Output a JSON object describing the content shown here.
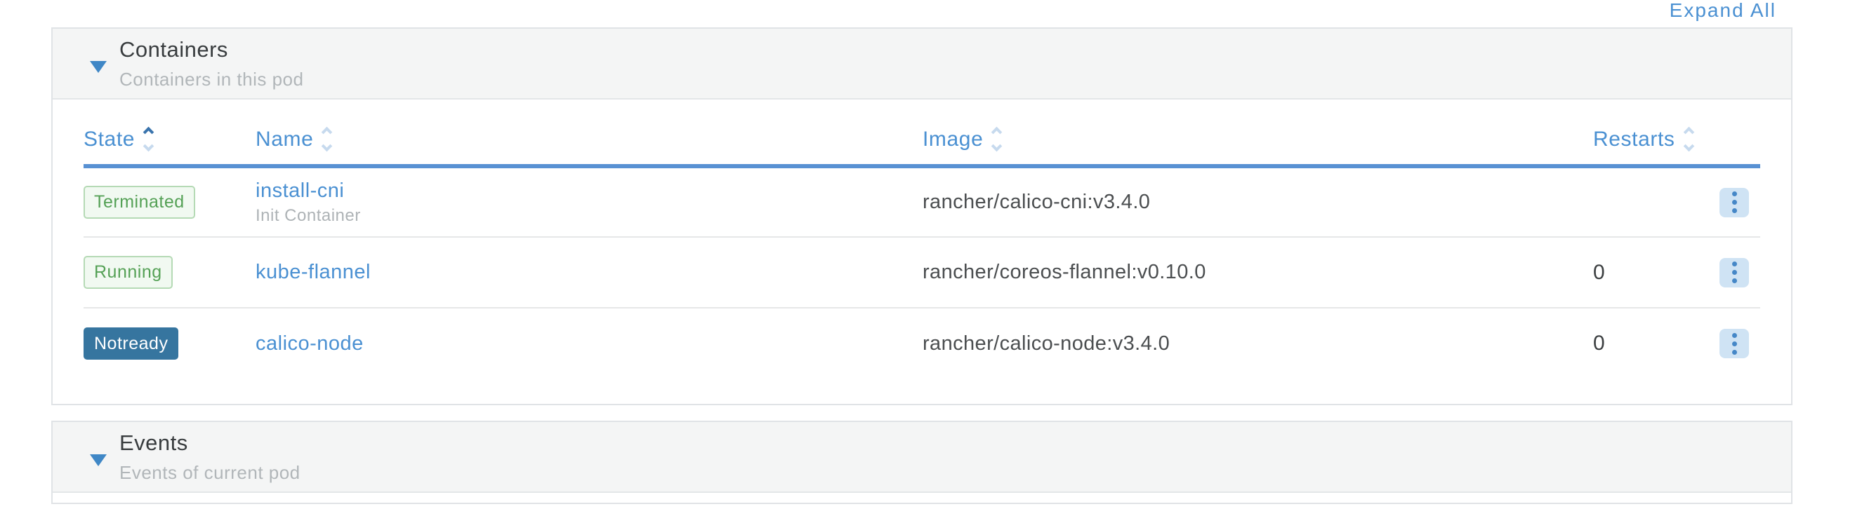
{
  "topbar": {
    "expand_all": "Expand All"
  },
  "containers_section": {
    "title": "Containers",
    "subtitle": "Containers in this pod"
  },
  "events_section": {
    "title": "Events",
    "subtitle": "Events of current pod"
  },
  "containers_table": {
    "columns": {
      "state": "State",
      "name": "Name",
      "image": "Image",
      "restarts": "Restarts"
    },
    "sort": {
      "active_column": "State",
      "direction": "ascending"
    },
    "rows": [
      {
        "state": "Terminated",
        "state_style": "success-outline",
        "name": "install-cni",
        "name_note": "Init Container",
        "image": "rancher/calico-cni:v3.4.0",
        "restarts": ""
      },
      {
        "state": "Running",
        "state_style": "success-outline",
        "name": "kube-flannel",
        "name_note": "",
        "image": "rancher/coreos-flannel:v0.10.0",
        "restarts": "0"
      },
      {
        "state": "Notready",
        "state_style": "info-solid",
        "name": "calico-node",
        "name_note": "",
        "image": "rancher/calico-node:v3.4.0",
        "restarts": "0"
      }
    ]
  },
  "icons": {
    "section_collapse": "caret-down-icon",
    "column_sort": "sort-chevrons-icon",
    "row_menu": "kebab-menu-icon"
  },
  "colors": {
    "accent_blue": "#4a90d2",
    "header_underline": "#5891d3",
    "sort_active": "#3a74ad",
    "sort_inactive": "#c7daee",
    "badge_green_text": "#55a156",
    "badge_green_border": "#b5dab5",
    "badge_green_bg": "#f1f9f1",
    "badge_notready_bg": "#36759f",
    "panel_header_bg": "#f4f5f5",
    "panel_border": "#e0e3e6",
    "row_separator": "#e6e7e8",
    "text_dark": "#4b4e50",
    "text_muted": "#b1b6b9"
  }
}
